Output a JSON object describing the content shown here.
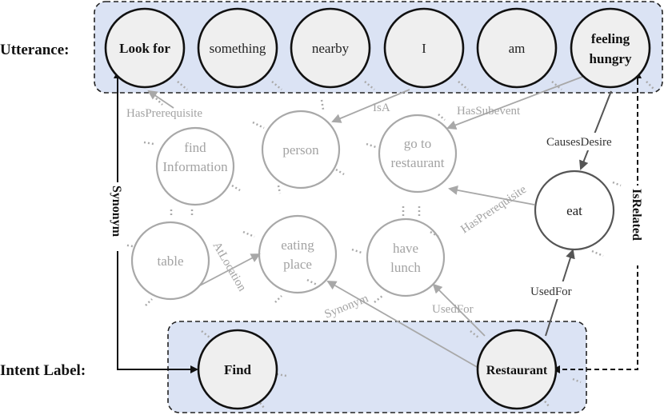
{
  "rows": {
    "utterance_label": "Utterance:",
    "intent_label": "Intent Label:"
  },
  "utterance_tokens": [
    "Look for",
    "something",
    "nearby",
    "I",
    "am"
  ],
  "utterance_last": [
    "feeling",
    "hungry"
  ],
  "intent_nodes": [
    "Find",
    "Restaurant"
  ],
  "concept_nodes": {
    "find_information": [
      "find",
      "Information"
    ],
    "person": "person",
    "go_to_restaurant": [
      "go to",
      "restaurant"
    ],
    "eat": "eat",
    "table": "table",
    "eating_place": [
      "eating",
      "place"
    ],
    "have_lunch": [
      "have",
      "lunch"
    ]
  },
  "relations": {
    "has_prerequisite_1": "HasPrerequisite",
    "is_a": "IsA",
    "has_subevent": "HasSubevent",
    "causes_desire": "CausesDesire",
    "has_prerequisite_2": "HasPrerequisite",
    "at_location": "AtLocation",
    "synonym_ghost": "Synonym",
    "used_for_ghost": "UsedFor",
    "used_for": "UsedFor",
    "synonym": "Synonym",
    "is_related": "IsRelated"
  }
}
